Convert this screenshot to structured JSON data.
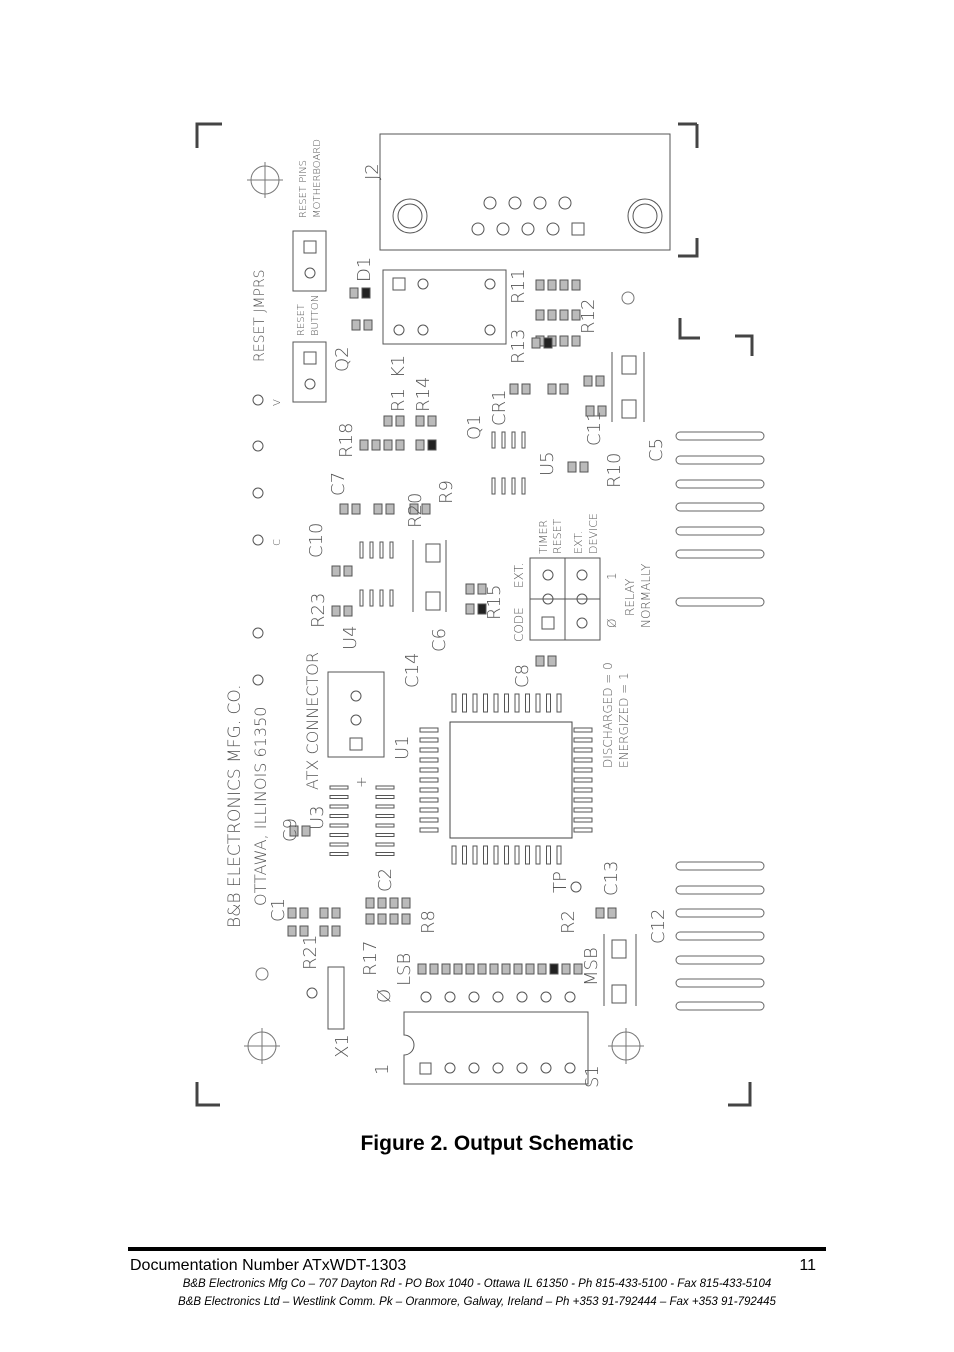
{
  "figure": {
    "caption": "Figure 2. Output Schematic",
    "board_text": {
      "company": "B&B ELECTRONICS MFG. CO.",
      "location": "OTTAWA, ILLINOIS 61350",
      "atx": "ATX CONNECTOR",
      "reset_jmprs": "RESET JMPRS",
      "reset_button": "RESET BUTTON",
      "reset_pins": "RESET PINS MOTHERBOARD",
      "discharged": "DISCHARGED = 0",
      "energized": "ENERGIZED = 1",
      "relay": "RELAY",
      "normally": "NORMALLY",
      "code": "CODE",
      "ext1": "EXT.",
      "timer": "TIMER",
      "reset": "RESET",
      "ext2": "EXT.",
      "device": "DEVICE",
      "lsb": "LSB",
      "msb": "MSB",
      "zero": "Ø",
      "one": "1",
      "zero2": "Ø",
      "one2": "1",
      "tp": "TP",
      "plus": "+",
      "v": "V",
      "c": "C",
      "refs": {
        "J2": "J2",
        "D1": "D1",
        "Q2": "Q2",
        "K1": "K1",
        "R1": "R1",
        "R14": "R14",
        "R11": "R11",
        "R12": "R12",
        "R13": "R13",
        "CR1": "CR1",
        "Q1": "Q1",
        "R18": "R18",
        "C7": "C7",
        "C10": "C10",
        "R20": "R20",
        "R9": "R9",
        "U5": "U5",
        "C11": "C11",
        "C5": "C5",
        "R10": "R10",
        "R23": "R23",
        "U4": "U4",
        "C6": "C6",
        "R15": "R15",
        "C14": "C14",
        "C8": "C8",
        "U1": "U1",
        "U3": "U3",
        "C9": "C9",
        "C2": "C2",
        "C1": "C1",
        "R21": "R21",
        "R17": "R17",
        "R8": "R8",
        "R2": "R2",
        "C13": "C13",
        "C12": "C12",
        "X1": "X1",
        "S1": "S1"
      }
    }
  },
  "footer": {
    "doc_number": "Documentation Number ATxWDT-1303",
    "page_number": "11",
    "address_us": "B&B Electronics Mfg Co – 707 Dayton Rd - PO Box 1040 - Ottawa IL 61350 - Ph 815-433-5100 - Fax 815-433-5104",
    "address_ie": "B&B Electronics Ltd – Westlink Comm. Pk – Oranmore, Galway, Ireland – Ph +353 91-792444 – Fax +353 91-792445"
  }
}
